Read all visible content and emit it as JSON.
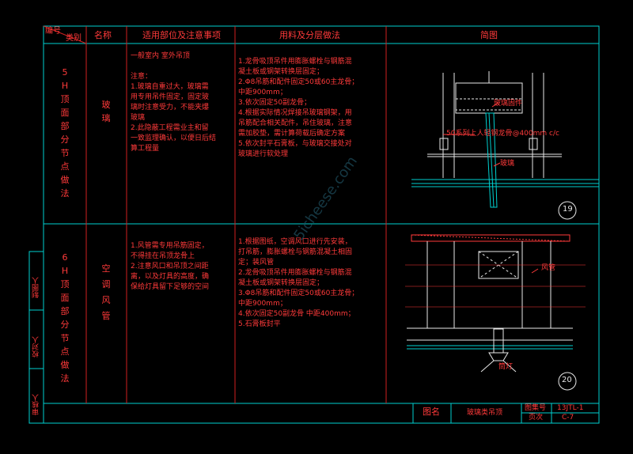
{
  "header": {
    "number_label": "编号",
    "category_label": "类别",
    "name_col": "名称",
    "usage_col": "适用部位及注意事项",
    "method_col": "用料及分层做法",
    "diagram_col": "简图"
  },
  "rows": [
    {
      "category": "5H顶面部分节点做法",
      "name": "玻璃",
      "usage": "一般室内 室外吊顶\n\n注意：\n1.玻璃自重过大，玻璃需\n用专用吊件固定，固定玻\n璃时注意受力，不能夹爆\n玻璃\n2.此隐蔽工程需业主和留\n一致监理确认，以便日后结\n算工程量",
      "method": "1.龙骨吸顶吊件用膨胀螺栓与钢筋混\n凝土板或钢架转换层固定；\n2.Φ8吊筋和配件固定50或60主龙骨；\n中距900mm；\n3.依次固定50副龙骨；\n4.根据实际情况焊接吊玻璃钢架，用\n吊筋配合相关配件，吊住玻璃，注意\n需加胶垫，需计算荷载后确定方案\n5.依次封平石膏板，与玻璃交接处对\n玻璃进行软处理",
      "diagram": {
        "labels": [
          "玻璃固件",
          "50系列上人轻钢龙骨@400mm c/c",
          "玻璃"
        ],
        "number": "19"
      }
    },
    {
      "category": "6H顶面部分节点做法",
      "name": "空调风管",
      "usage": "1.风管需专用吊筋固定，\n不得挂在吊顶龙骨上\n2.注意风口和吊顶之间距\n离，以及灯具的高度，确\n保给灯具留下足够的空间",
      "method": "1.根据图纸，空调风口进行先安装，\n打吊筋，膨胀螺栓与钢筋混凝土相固\n定；装风管\n2.龙骨吸顶吊件用膨胀螺栓与钢筋混\n凝土板或钢架转换层固定；\n3.Φ8吊筋和配件固定50或60主龙骨；\n中距900mm；\n4.依次固定50副龙骨 中距400mm；\n5.石膏板封平",
      "diagram": {
        "labels": [
          "风管",
          "筒灯"
        ],
        "number": "20"
      }
    }
  ],
  "side_labels": [
    "制图人",
    "校对人",
    "审核人"
  ],
  "title_block": {
    "label": "图名",
    "name": "玻璃类吊顶",
    "atlas_label": "图集号",
    "atlas_value": "13JTL-1",
    "page_label": "页次",
    "page_value": "C-7"
  },
  "watermark": "5icheese.com"
}
